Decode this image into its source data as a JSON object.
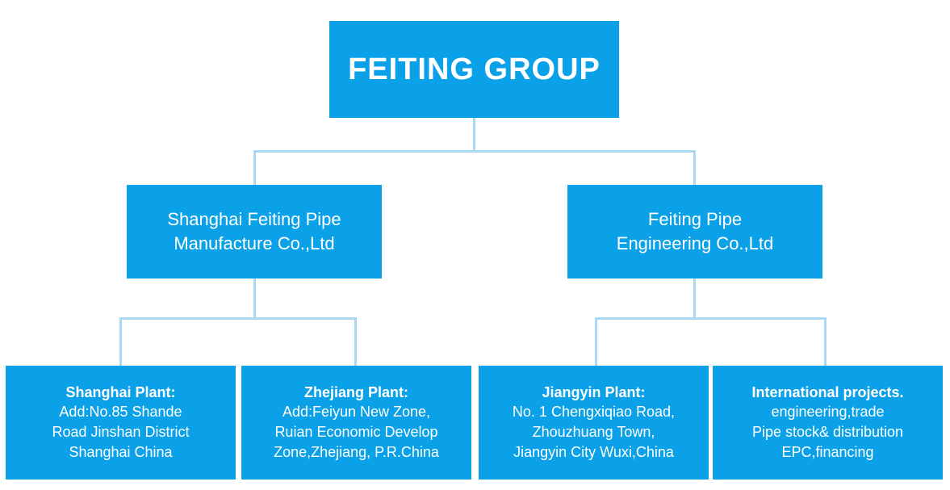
{
  "colors": {
    "box_fill": "#0aa1e8",
    "connector": "#a9d9f2",
    "text": "#ffffff"
  },
  "root": {
    "title": "FEITING GROUP"
  },
  "companies": [
    {
      "name": "Shanghai Feiting Pipe\nManufacture Co.,Ltd",
      "units": [
        {
          "heading": "Shanghai Plant:",
          "body": "Add:No.85 Shande\nRoad Jinshan District\nShanghai China"
        },
        {
          "heading": "Zhejiang Plant:",
          "body": "Add:Feiyun New Zone,\nRuian Economic Develop\nZone,Zhejiang, P.R.China"
        }
      ]
    },
    {
      "name": "Feiting Pipe\nEngineering Co.,Ltd",
      "units": [
        {
          "heading": "Jiangyin Plant:",
          "body": "No. 1 Chengxiqiao Road,\nZhouzhuang Town,\nJiangyin City Wuxi,China"
        },
        {
          "heading": "International projects.",
          "body": "engineering,trade\nPipe stock& distribution\nEPC,financing"
        }
      ]
    }
  ]
}
